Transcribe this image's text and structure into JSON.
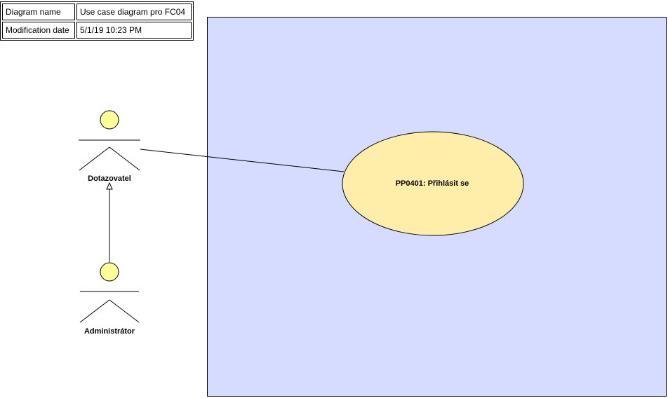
{
  "info_table": {
    "rows": [
      {
        "key": "Diagram name",
        "value": "Use case diagram pro FC04"
      },
      {
        "key": "Modification date",
        "value": "5/1/19 10:23 PM"
      }
    ]
  },
  "actors": {
    "dotazovatel": {
      "name": "Dotazovatel"
    },
    "administrator": {
      "name": "Administrátor"
    }
  },
  "use_cases": {
    "pp0401": {
      "label": "PP0401: Přihlásit se"
    }
  },
  "colors": {
    "system_boundary_fill": "#d5dcff",
    "actor_head_fill": "#ffff99",
    "use_case_fill": "#ffeeaa",
    "line": "#000000"
  }
}
